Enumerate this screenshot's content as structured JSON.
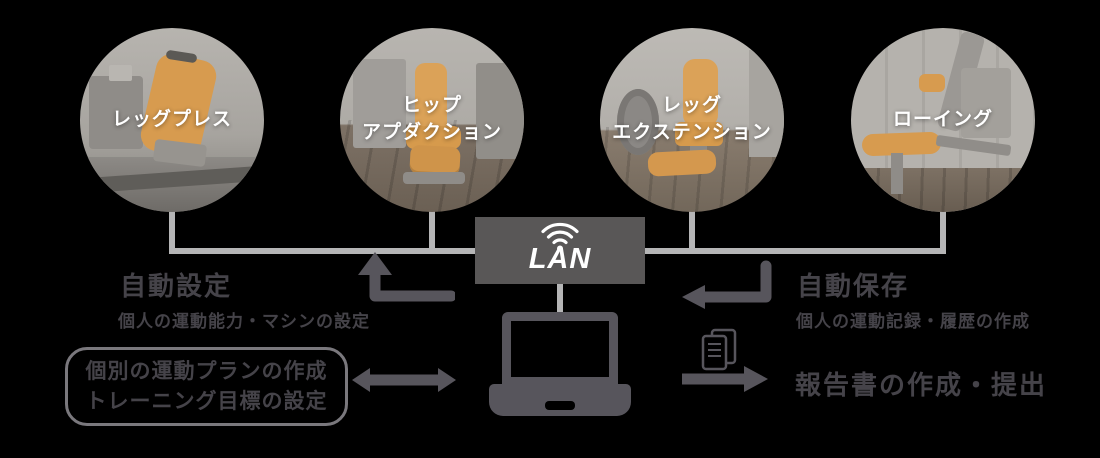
{
  "colors": {
    "dark_shape": "#57555c",
    "text_dark": "#454349",
    "connector_line": "#b5b5b6",
    "lan_box": "#595757",
    "machine_orange": "#d79b4f",
    "label_text": "#ffffff"
  },
  "machines": [
    {
      "name": "leg-press",
      "lines": [
        "レッグプレス"
      ]
    },
    {
      "name": "hip-abduction",
      "lines": [
        "ヒップ",
        "アプダクション"
      ]
    },
    {
      "name": "leg-extension",
      "lines": [
        "レッグ",
        "エクステンション"
      ]
    },
    {
      "name": "rowing",
      "lines": [
        "ローイング"
      ]
    }
  ],
  "hub": {
    "label": "LAN",
    "icon": "wifi-icon"
  },
  "computer": {
    "icon": "laptop-icon"
  },
  "auto_setting": {
    "title": "自動設定",
    "description": "個人の運動能力・マシンの設定"
  },
  "auto_save": {
    "title": "自動保存",
    "description": "個人の運動記録・履歴の作成"
  },
  "plan_box": {
    "line1": "個別の運動プランの作成",
    "line2": "トレーニング目標の設定"
  },
  "report": {
    "label": "報告書の作成・提出",
    "icon": "document-icon"
  }
}
